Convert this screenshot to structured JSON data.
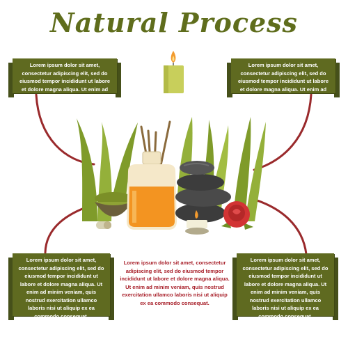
{
  "title": "Natural Process",
  "boxes": {
    "top_left": "Lorem ipsum dolor sit amet, consectetur adipiscing elit, sed do eiusmod tempor incididunt ut labore et dolore magna aliqua. Ut enim ad minim veniam, quis",
    "top_right": "Lorem ipsum dolor sit amet, consectetur adipiscing elit, sed do eiusmod tempor incididunt ut labore et dolore magna aliqua. Ut enim ad minim veniam, quis",
    "bottom_left": "Lorem ipsum dolor sit amet, consectetur adipiscing elit, sed do eiusmod tempor incididunt ut labore et dolore magna aliqua. Ut enim ad minim veniam, quis nostrud exercitation ullamco laboris nisi ut aliquip ex ea commodo consequat.",
    "bottom_right": "Lorem ipsum dolor sit amet, consectetur adipiscing elit, sed do eiusmod tempor incididunt ut labore et dolore magna aliqua. Ut enim ad minim veniam, quis nostrud exercitation ullamco laboris nisi ut aliquip ex ea commodo consequat.",
    "center": "Lorem ipsum dolor sit amet, consectetur adipiscing elit, sed do eiusmod tempor incididunt ut labore et dolore magna aliqua. Ut enim ad minim veniam, quis nostrud exercitation ullamco laboris nisi ut aliquip ex ea commodo consequat."
  },
  "colors": {
    "title": "#5f6d1c",
    "banner": "#5f6a20",
    "connector": "#9a2a2c",
    "center_text": "#a8202a"
  },
  "icons": [
    "candle-icon",
    "grass-icon",
    "oil-diffuser-icon",
    "reed-sticks-icon",
    "spa-stones-icon",
    "rose-icon",
    "herb-bowl-icon",
    "pill-icon",
    "tea-light-icon"
  ]
}
